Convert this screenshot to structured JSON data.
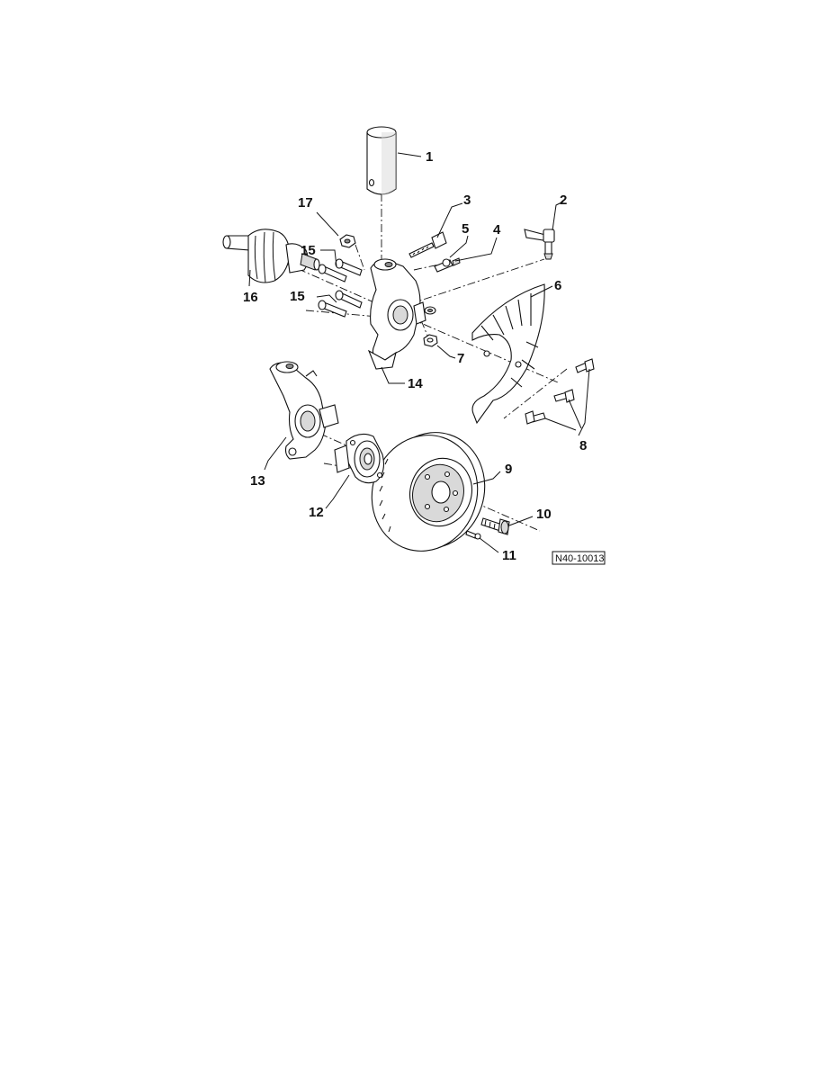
{
  "diagram": {
    "reference_code": "N40-10013",
    "callouts": [
      "1",
      "2",
      "3",
      "4",
      "5",
      "6",
      "7",
      "8",
      "9",
      "10",
      "11",
      "12",
      "13",
      "14",
      "15",
      "15",
      "16",
      "17"
    ]
  },
  "colors": {
    "line": "#111111",
    "shading": "#d9d9d9",
    "dark": "#8c8c8c",
    "background": "#ffffff"
  }
}
